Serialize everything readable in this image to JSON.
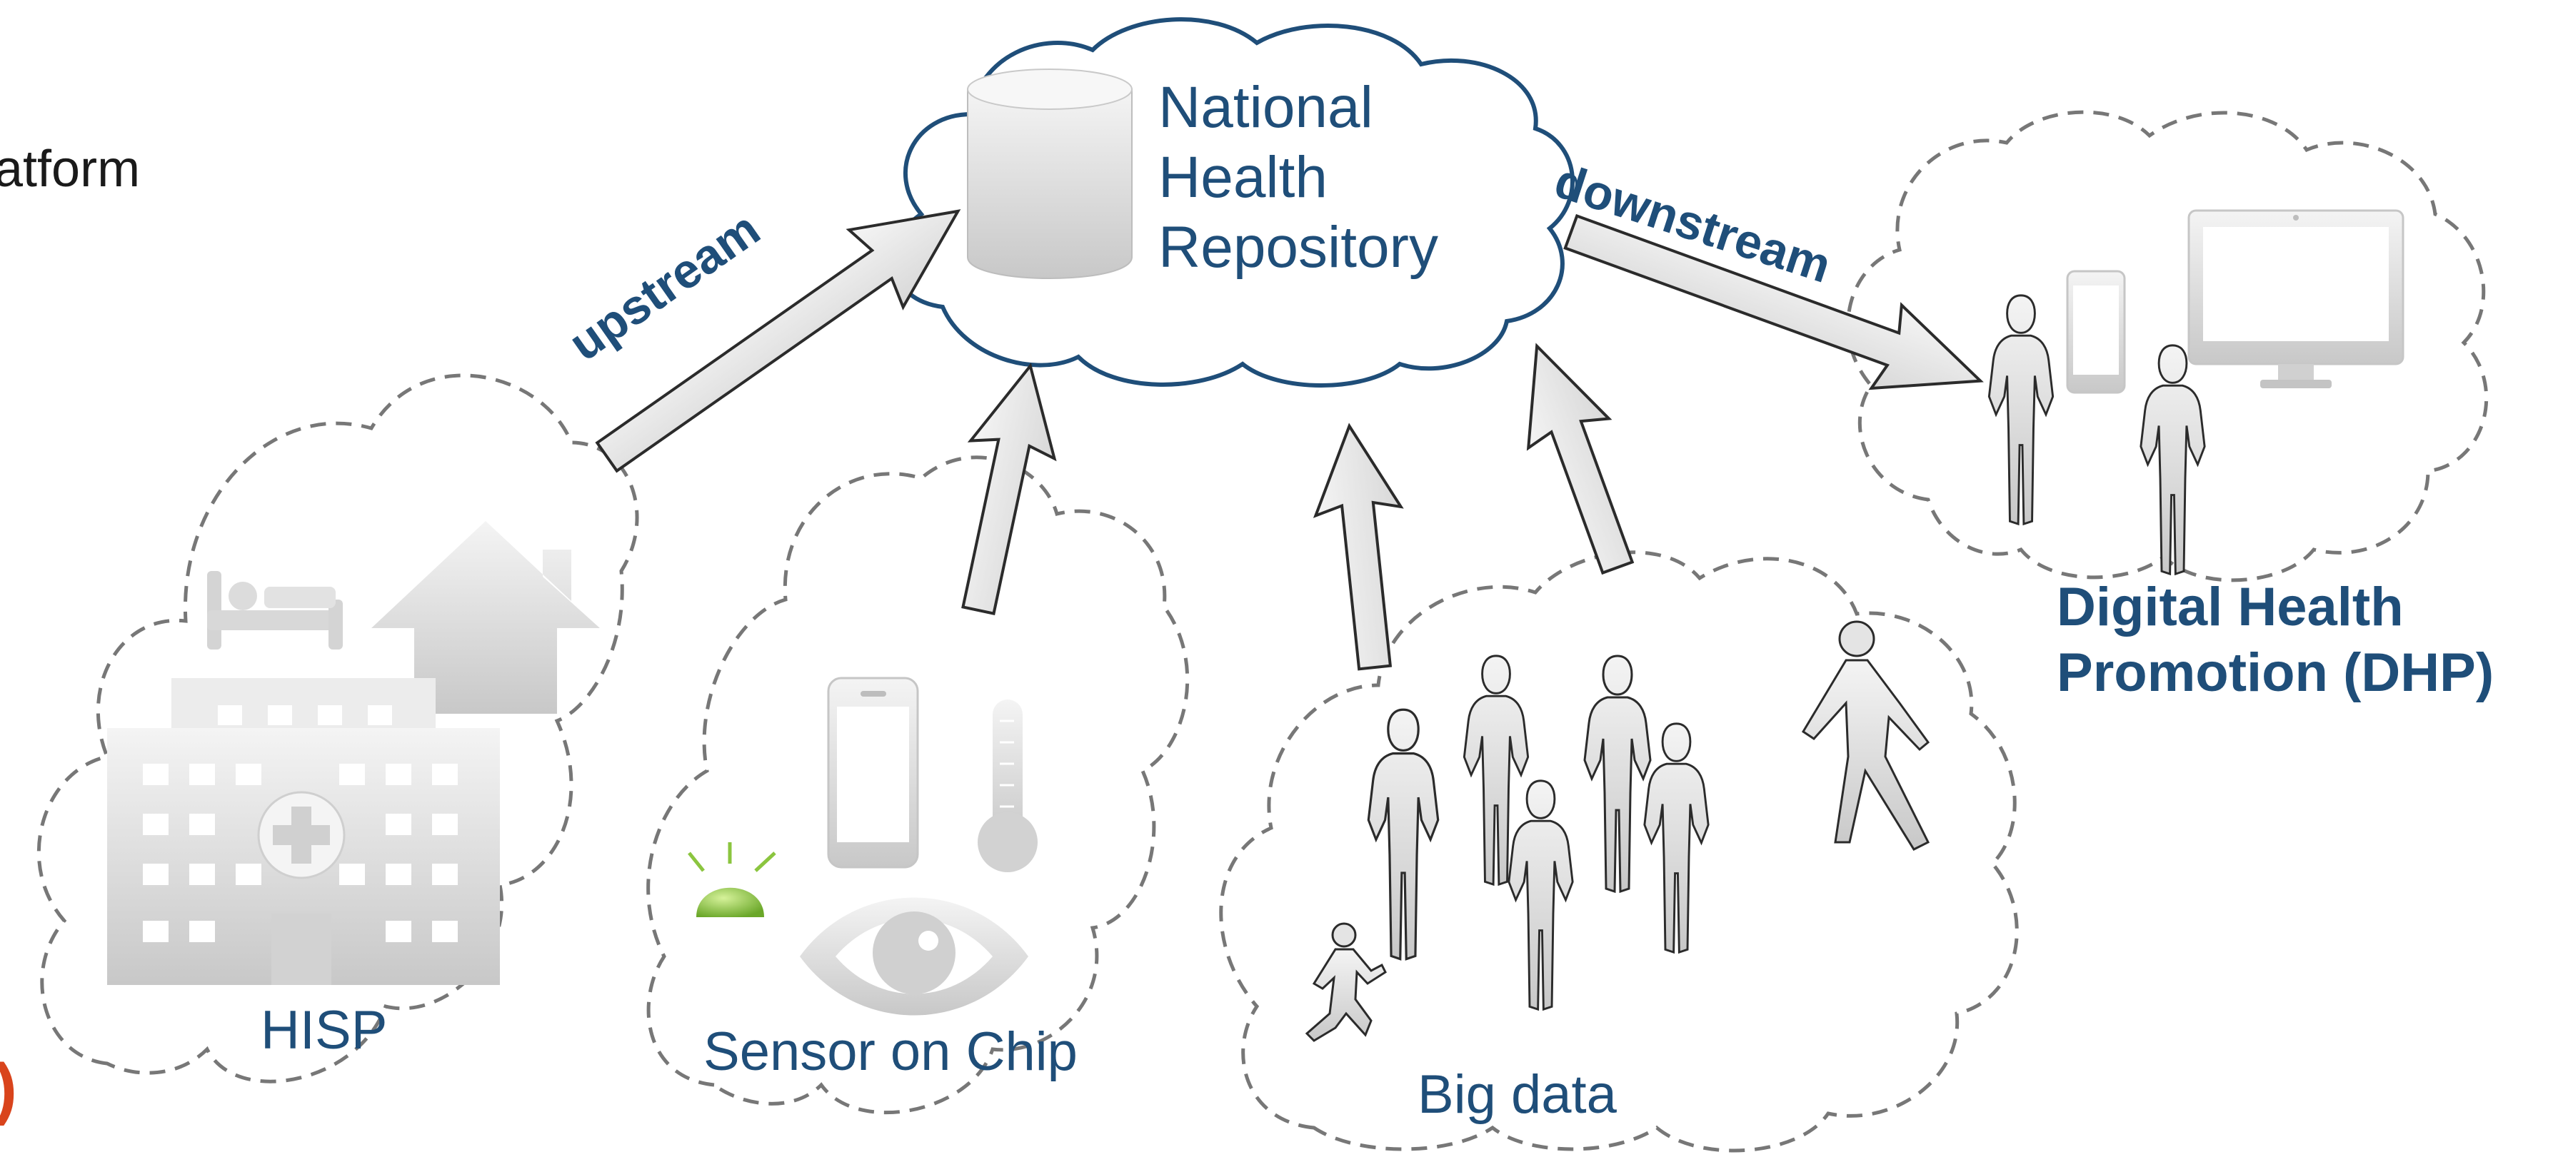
{
  "left_cut": {
    "text": "atform",
    "mark": ")"
  },
  "repository": {
    "line1": "National",
    "line2": "Health",
    "line3": "Repository"
  },
  "arrows": {
    "upstream": "upstream",
    "downstream": "downstream"
  },
  "clouds": {
    "hisp": "HISP",
    "sensor": "Sensor on Chip",
    "bigdata": "Big data",
    "dhp_line1": "Digital Health",
    "dhp_line2": "Promotion (DHP)"
  },
  "colors": {
    "accent": "#1f4e79",
    "dashed": "#777777",
    "arrow_fill": "#e6e6e6",
    "led": "#8bc53f",
    "red_mark": "#d9441c"
  },
  "icons": [
    "database-icon",
    "hospital-icon",
    "bed-icon",
    "house-icon",
    "phone-icon",
    "thermometer-icon",
    "eye-icon",
    "led-icon",
    "person-icon",
    "runner-icon",
    "walker-icon",
    "monitor-icon"
  ]
}
